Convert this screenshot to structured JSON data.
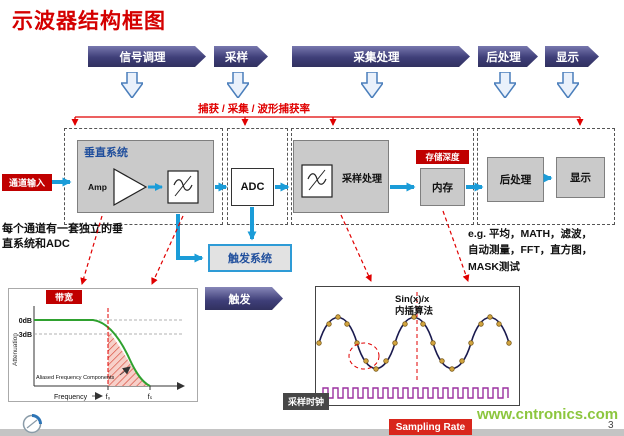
{
  "page": {
    "title": "示波器结构框图",
    "page_number": "3",
    "watermark": "www.cntronics.com"
  },
  "stages": [
    "信号调理",
    "采样",
    "采集处理",
    "后处理",
    "显示"
  ],
  "capture_note": "捕获 / 采集 / 波形捕获率",
  "blocks": {
    "channel_input": "通道输入",
    "vertical_system": "垂直系统",
    "amp": "Amp",
    "adc": "ADC",
    "sampling": "采样处理",
    "storage_depth": "存储深度",
    "memory": "内存",
    "post_processing": "后处理",
    "display": "显示",
    "trigger_system": "触发系统",
    "trigger": "触发"
  },
  "notes": {
    "left": "每个通道有一套独立的垂直系统和ADC",
    "right": [
      "e.g. 平均，MATH，滤波，",
      "自动测量，FFT，直方图，",
      "MASK测试"
    ]
  },
  "bandwidth_chart": {
    "label": "带宽",
    "tick_0db": "0dB",
    "tick_3db": "-3dB",
    "ylabel": "Attenuation",
    "xlabel": "Frequency",
    "annotation": "Aliased Frequency Components",
    "xtick_1": "f₀",
    "xtick_2": "fₛ"
  },
  "interp_chart": {
    "title_line1": "Sin(x)/x",
    "title_line2": "内插算法",
    "clock_label": "采样时钟",
    "banner": "Sampling Rate"
  },
  "colors": {
    "accent_red": "#D40000",
    "connector_blue": "#1B9CD8",
    "stage_purple": "#3E3E78",
    "watermark_green": "#8CC63E"
  }
}
